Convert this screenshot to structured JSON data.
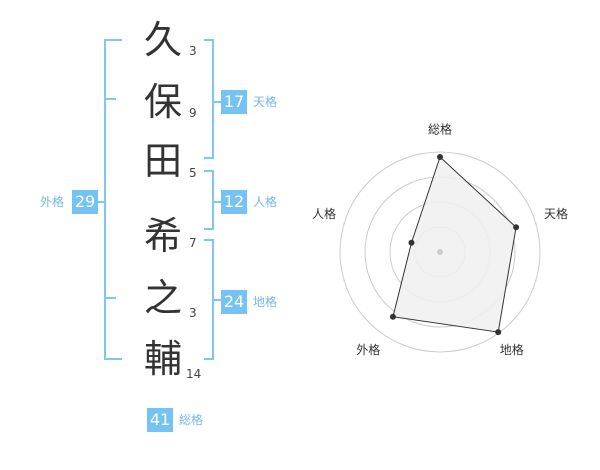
{
  "name_chars": [
    {
      "char": "久",
      "strokes": "3"
    },
    {
      "char": "保",
      "strokes": "9"
    },
    {
      "char": "田",
      "strokes": "5"
    },
    {
      "char": "希",
      "strokes": "7"
    },
    {
      "char": "之",
      "strokes": "3"
    },
    {
      "char": "輔",
      "strokes": "14"
    }
  ],
  "fortunes": {
    "tenkaku": {
      "value": "17",
      "label": "天格"
    },
    "jinkaku": {
      "value": "12",
      "label": "人格"
    },
    "chikaku": {
      "value": "24",
      "label": "地格"
    },
    "gaikaku": {
      "value": "29",
      "label": "外格"
    },
    "soukaku": {
      "value": "41",
      "label": "総格"
    }
  },
  "chart_data": {
    "type": "radar",
    "axes": [
      "総格",
      "天格",
      "地格",
      "外格",
      "人格"
    ],
    "values": [
      0.95,
      0.8,
      0.99,
      0.8,
      0.3
    ],
    "rmax": 1,
    "rings": 4,
    "colors": {
      "fill": "#f0f0f0",
      "line": "#333333",
      "grid": "#cccccc",
      "center": "#cccccc"
    }
  }
}
